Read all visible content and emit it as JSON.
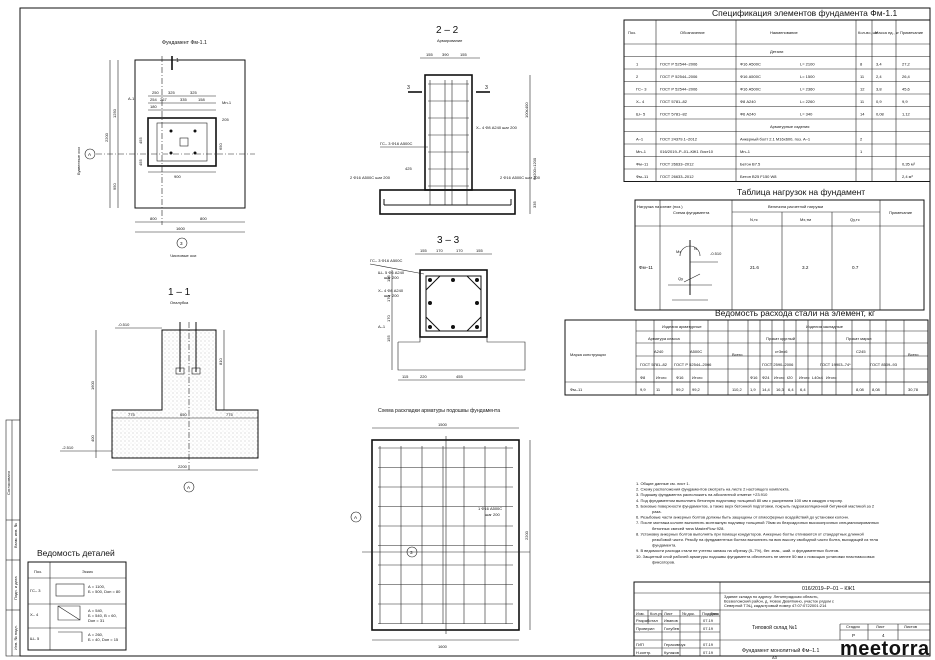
{
  "plan": {
    "title": "Фундамент Фм-1.1",
    "axis_a": "А",
    "axis_3": "3",
    "label_build_axis": "Буквенные оси",
    "label_num_axis": "Числовые оси",
    "label_1": "1",
    "dims_top": [
      "250",
      "325",
      "325",
      "254",
      "267",
      "335",
      "158"
    ],
    "dim_inner": "180",
    "dims_right": [
      "1250",
      "950",
      "2200",
      "455",
      "455",
      "650"
    ],
    "dim_900": "900",
    "dim_800a": "800",
    "dim_800b": "800",
    "dim_1600": "1600",
    "label_a1": "А-1",
    "label_mn1": "Мн-1",
    "label_205": "205"
  },
  "sec22": {
    "title": "2 – 2",
    "subtitle": "Армирование",
    "dims_top": [
      "155",
      "390",
      "155"
    ],
    "label_3": "3",
    "bar_x4": "Х– 4 Ф8 А240\nшаг 200",
    "bar_gs3": "ГС– 3 Ф16 А500С",
    "bar_z": "2 Ф16 А500С\nшаг 200",
    "bar_h": "2 Ф16 А500С\nшаг 200",
    "dims_right": [
      "100≤400",
      "6x200=1200",
      "335"
    ],
    "dim_425": "425"
  },
  "sec33": {
    "title": "3 – 3",
    "dims_top": [
      "155",
      "170",
      "170",
      "155"
    ],
    "bar_gs": "ГС– 3 Ф16 А500С",
    "bar_sh": "Ш– 5 Ф6 А240",
    "bar_sh_step": "шаг 200",
    "bar_x": "Х– 4 Ф8 А240",
    "bar_x_step": "шаг 200",
    "label_a1": "А–1",
    "dims_left": [
      "155",
      "170",
      "170",
      "155"
    ],
    "dims_bottom": [
      "115",
      "220",
      "455"
    ]
  },
  "sec11": {
    "title": "1 – 1",
    "subtitle": "Опалубка",
    "mark_top": "-0.510",
    "mark_bot": "-2.510",
    "dims": [
      "810",
      "1600",
      "400",
      "775",
      "650",
      "775",
      "2200"
    ],
    "axis": "А"
  },
  "scheme": {
    "title": "Схема раскладки арматуры подошвы фундамента",
    "dim_1500": "1500",
    "dim_1600": "1600",
    "bar_label": "1 Ф16 А500С",
    "bar_step": "шаг 200",
    "axis_a": "А",
    "axis_3": "3",
    "dim_2200": "2200"
  },
  "spec": {
    "title": "Спецификация элементов фундамента Фм-1.1",
    "headers": [
      "Поз.",
      "Обозначение",
      "Наименование",
      "Кол-во, шт",
      "Масса ед., кг",
      "Примечание"
    ],
    "group_details": "Детали",
    "group_embeds": "Арматурные изделия",
    "group_materials": "Материалы",
    "rows": [
      [
        "1",
        "ГОСТ Р 52544–2006",
        "Ф16 А500С",
        "L= 2100",
        "8",
        "3,4",
        "27,2"
      ],
      [
        "2",
        "ГОСТ Р 52544–2006",
        "Ф16 А500С",
        "L= 1500",
        "11",
        "2,4",
        "26,4"
      ],
      [
        "ГС– 3",
        "ГОСТ Р 52544–2006",
        "Ф16 А500С",
        "L= 2360",
        "12",
        "3,8",
        "45,6"
      ],
      [
        "Х– 4",
        "ГОСТ 5781–82",
        "Ф8 А240",
        "L= 2260",
        "11",
        "0,9",
        "9,9"
      ],
      [
        "Ш– 5",
        "ГОСТ 5781–82",
        "Ф6 А240",
        "L= 340",
        "14",
        "0,08",
        "1,12"
      ],
      [
        "А–1",
        "ГОСТ 24379.1–2012",
        "Анкерный болт 2.1 М16х600, поз. А–1",
        "",
        "2",
        "",
        ""
      ],
      [
        "Мн–1",
        "016/2019–Р–01–КЖ1 Лист10",
        "Мн–1",
        "",
        "1",
        "",
        ""
      ],
      [
        "Фм–11",
        "ГОСТ 26633–2012",
        "Бетон В7.5",
        "",
        "",
        "",
        "0,35 м³"
      ],
      [
        "Фм–11",
        "ГОСТ 26633–2012",
        "Бетон В25 F150 W8",
        "",
        "",
        "",
        "2,4 м³"
      ]
    ]
  },
  "loads": {
    "title": "Таблица нагрузок на фундамент",
    "headers": [
      "Нагрузка на схеме (поз.)",
      "Схема фундамента",
      "Величина расчетной нагрузки",
      "N,тс",
      "Mx,тм",
      "Qy,тс",
      "Примечание"
    ],
    "row": [
      "Фм–11",
      "21.6",
      "3.2",
      "0.7"
    ],
    "mark": "-0.510",
    "mx": "Mx",
    "qy": "Qy",
    "n": "N"
  },
  "steel": {
    "title": "Ведомость расхода стали на элемент, кг",
    "h_mark": "Марка конструкции",
    "h_arm": "Изделия арматурные",
    "h_emb": "Изделия закладные",
    "h_armclass": "Арматура класса",
    "h_a240": "А240",
    "h_a500": "А500С",
    "h_gost1": "ГОСТ 5781–82",
    "h_gost2": "ГОСТ Р 52544–2006",
    "h_total": "Всего",
    "h_prokat1": "Прокат круглый",
    "h_prokat2": "Прокат марки",
    "h_st3": "ст3пс6",
    "h_c245": "С245",
    "h_gost3": "ГОСТ 2590–2006",
    "h_gost4": "ГОСТ 19903–74*",
    "h_gost5": "ГОСТ 8509–93",
    "subheads": [
      "Ф8",
      "Итого",
      "Ф16",
      "Итого",
      "Ф16",
      "Ф24",
      "Итого",
      "t20",
      "Итого",
      "L40x4",
      "Итого"
    ],
    "row": [
      "Фм–11",
      "9,9",
      "11",
      "99,2",
      "99,2",
      "110,2",
      "1,9",
      "14,4",
      "16,3",
      "6,4",
      "6,4",
      "8,08",
      "8,08",
      "30,78"
    ]
  },
  "notes": [
    "1. Общие данные см. лист 1.",
    "2. Схему расположения фундаментов смотреть на листе 2 настоящего комплекта.",
    "3. Подошву фундамента расположить на абсолютной отметке +23.910",
    "4. Под фундаментом выполнить бетонную подготовку толщиной 80 мм с уширением 100 мм в каждую сторону.",
    "5. Боковые поверхности фундаментов, а также верх бетонной подготовки, покрыть гидроизоляционной битумной мастикой за 2 раза.",
    "6. Резьбовые части анкерных болтов должны быть защищены от атмосферных воздействий до установки колонн.",
    "7. После монтажа колонн выполнить монтажную подливку толщиной 70мм из безусадочных высокопрочных специализированных бетонных смесей типа MasterFlow 928.",
    "8. Установку анкерных болтов выполнять при помощи кондукторов. Анкерные болты отливаются от стандартных длинной резьбовой части. Резьбу на фундаментных болтах выполнить на всю высоту свободной части болта, выходящей из тела фундамента.",
    "9. В ведомости расхода стали не учтены запасы на обрезку (5–7%), бег. знак., шай. и фундаментных болтов.",
    "10. Защитный слой рабочей арматуры подошвы фундамента обеспечить не менее 50 мм с помощью установки пластмассовых фиксаторов."
  ],
  "stamp": {
    "code": "016/2019–Р–01 – КЖ1",
    "address": "Здание склада по адресу: Ленинградская область, Всеволожский район, д. Новое Девяткино, участок рядом с Северной ТЭЦ, кадастровый номер 47:07:0722001:214",
    "cols": [
      "Изм.",
      "Кол.уч",
      "Лист",
      "№ док.",
      "Подпись",
      "Дата"
    ],
    "roles": [
      "Разработал",
      "Проверил",
      "",
      "ГИП",
      "Н.контр."
    ],
    "names": [
      "Иванов",
      "Голубев",
      "",
      "Герасимчук",
      "Кулаков"
    ],
    "dates": [
      "07.19",
      "07.19",
      "",
      "07.19",
      "07.19"
    ],
    "project": "Типовой склад №1",
    "sheet_title": "Фундамент монолитный Фм–1.1",
    "stage_h": "Стадия",
    "sheet_h": "Лист",
    "sheets_h": "Листов",
    "stage": "Р",
    "sheet": "4",
    "logo": "meetorra",
    "format": "А3"
  },
  "vedomost": {
    "title": "Ведомость деталей",
    "headers": [
      "Поз.",
      "Эскиз"
    ],
    "rows": [
      [
        "ГС– 3",
        "А = 1100,\nБ = 500, Dоп = 80"
      ],
      [
        "Х– 4",
        "А = 540,\nБ = 540, В = 60,\nDоп = 31"
      ],
      [
        "Ш– 5",
        "А = 260,\nБ = 40, Dоп = 15"
      ]
    ]
  },
  "side": [
    "Согласовано",
    "Взам. инв. №",
    "Подп. и дата",
    "Инв. № подл."
  ]
}
